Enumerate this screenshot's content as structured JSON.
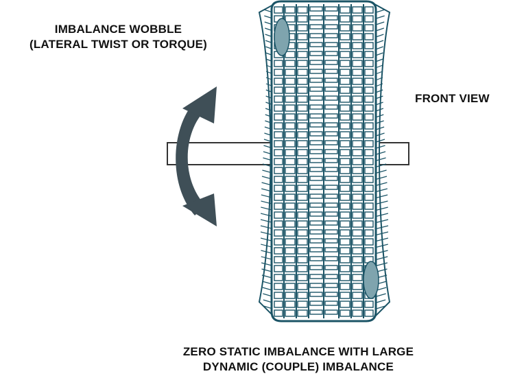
{
  "labels": {
    "wobble_line1": "IMBALANCE WOBBLE",
    "wobble_line2": "(LATERAL TWIST OR TORQUE)",
    "front_view": "FRONT VIEW",
    "caption_line1": "ZERO STATIC IMBALANCE WITH LARGE",
    "caption_line2": "DYNAMIC (COUPLE) IMBALANCE"
  },
  "colors": {
    "outline": "#1b5466",
    "tread_fill": "#ffffff",
    "weight_fill": "#7fa4ae",
    "arrow_fill": "#3f4f57",
    "axle_outline": "#333333"
  },
  "icons": {
    "rotation_arrow": "double-headed-curved-arrow-icon",
    "tire": "tire-front-view-icon",
    "weights": "imbalance-weight-icon"
  }
}
